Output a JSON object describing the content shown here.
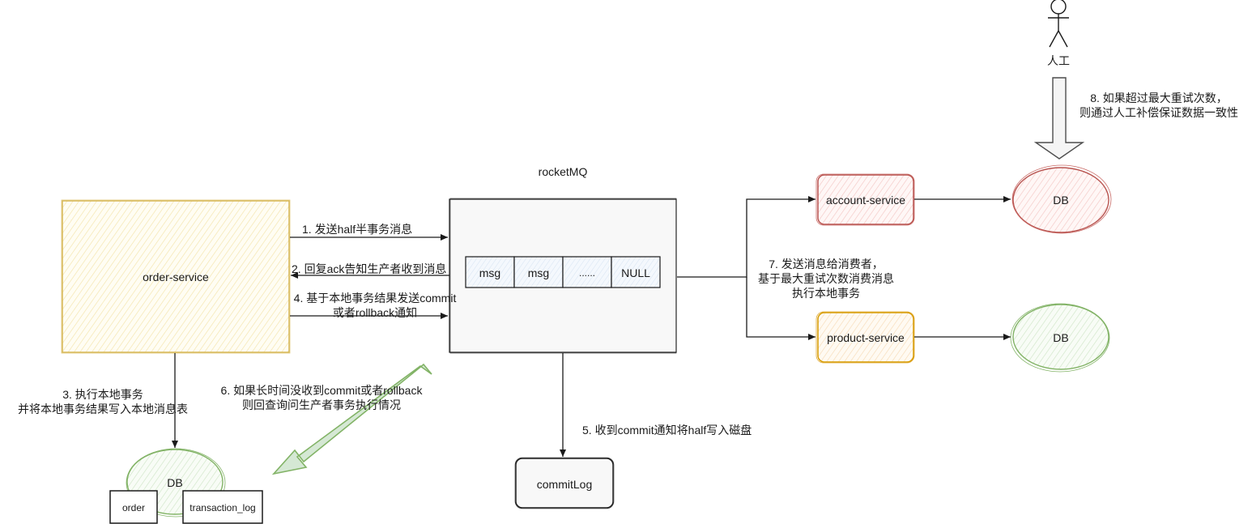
{
  "title": "rocketMQ",
  "nodes": {
    "order_service": "order-service",
    "account_service": "account-service",
    "product_service": "product-service",
    "commit_log": "commitLog",
    "db_account": "DB",
    "db_product": "DB",
    "db_order": "DB",
    "table_order": "order",
    "table_transaction_log": "transaction_log",
    "actor": "人工"
  },
  "queue": [
    "msg",
    "msg",
    "......",
    "NULL"
  ],
  "steps": {
    "s1": "1. 发送half半事务消息",
    "s2": "2. 回复ack告知生产者收到消息",
    "s3": "3. 执行本地事务\n并将本地事务结果写入本地消息表",
    "s4": "4. 基于本地事务结果发送commit\n或者rollback通知",
    "s5": "5. 收到commit通知将half写入磁盘",
    "s6": "6. 如果长时间没收到commit或者rollback\n则回查询问生产者事务执行情况",
    "s7": "7. 发送消息给消费者，\n基于最大重试次数消费消息\n执行本地事务",
    "s8": "8. 如果超过最大重试次数，\n则通过人工补偿保证数据一致性"
  },
  "colors": {
    "order_fill": "#fff2cc",
    "order_stroke": "#d6b656",
    "account_fill": "#f8cecc",
    "account_stroke": "#b85450",
    "product_fill": "#ffe6cc",
    "product_stroke": "#d79b00",
    "green_fill": "#d5e8d4",
    "green_stroke": "#82b366",
    "queue_fill": "#dae8fc",
    "line": "#1a1a1a"
  }
}
